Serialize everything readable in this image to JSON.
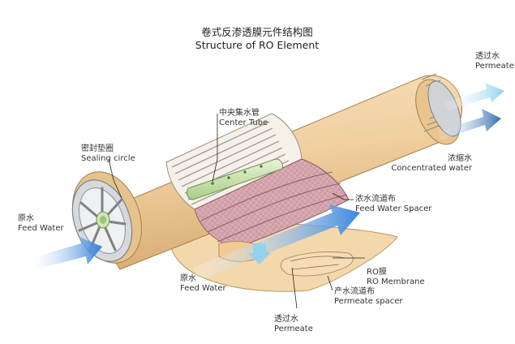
{
  "title": {
    "zh": "卷式反渗透膜元件结构图",
    "en": "Structure of RO Element"
  },
  "labels": {
    "center_tube": {
      "zh": "中央集水管",
      "en": "Center Tube"
    },
    "sealing_circle": {
      "zh": "密封垫圈",
      "en": "Sealing circle"
    },
    "feed_water_left": {
      "zh": "原水",
      "en": "Feed Water"
    },
    "permeate_right": {
      "zh": "透过水",
      "en": "Permeate"
    },
    "concentrated_water": {
      "zh": "浓缩水",
      "en": "Concentrated water"
    },
    "feed_water_spacer": {
      "zh": "浓水流道布",
      "en": "Feed Water Spacer"
    },
    "ro_membrane": {
      "zh": "RO膜",
      "en": "RO Membrane"
    },
    "feed_water_bottom": {
      "zh": "原水",
      "en": "Feed Water"
    },
    "permeate_spacer": {
      "zh": "产水流道布",
      "en": "Permeate spacer"
    },
    "permeate_bottom": {
      "zh": "透过水",
      "en": "Permeate"
    }
  },
  "colors": {
    "housing": "#f2d3a3",
    "housing_shade": "#d9b27a",
    "end_cap": "#d6d9dc",
    "center_tube": "#cfe6b4",
    "membrane": "#cfa0a6",
    "feed_arrow": "#2f7fd8",
    "permeate_arrow": "#8fd2ee",
    "concentrate_arrow": "#2f6fb0"
  }
}
